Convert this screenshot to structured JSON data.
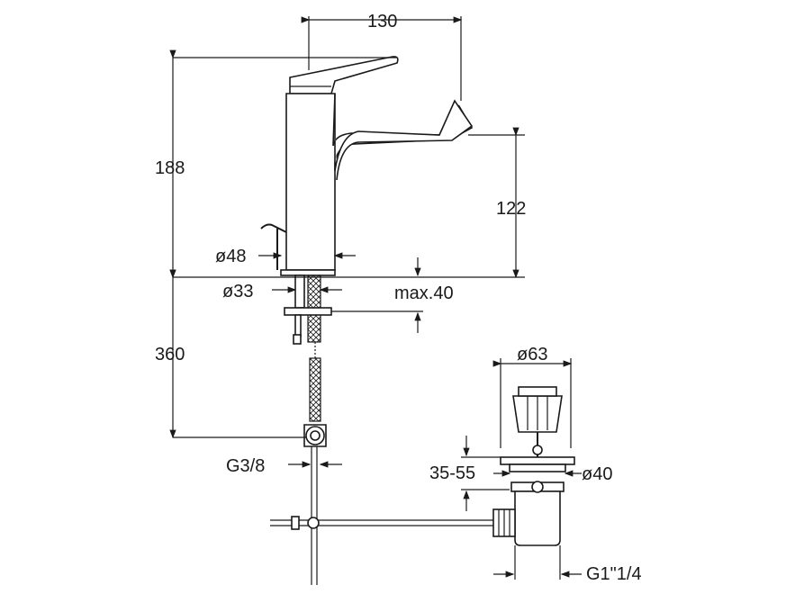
{
  "dimensions": {
    "width_130": "130",
    "height_188": "188",
    "spout_122": "122",
    "diameter_48": "ø48",
    "diameter_33": "ø33",
    "max_40": "max.40",
    "hose_360": "360",
    "thread_g38": "G3/8",
    "waste_d63": "ø63",
    "waste_35_55": "35-55",
    "waste_d40": "ø40",
    "waste_g114": "G1\"1/4"
  },
  "colors": {
    "ink": "#1a1a1a",
    "background": "#ffffff"
  }
}
